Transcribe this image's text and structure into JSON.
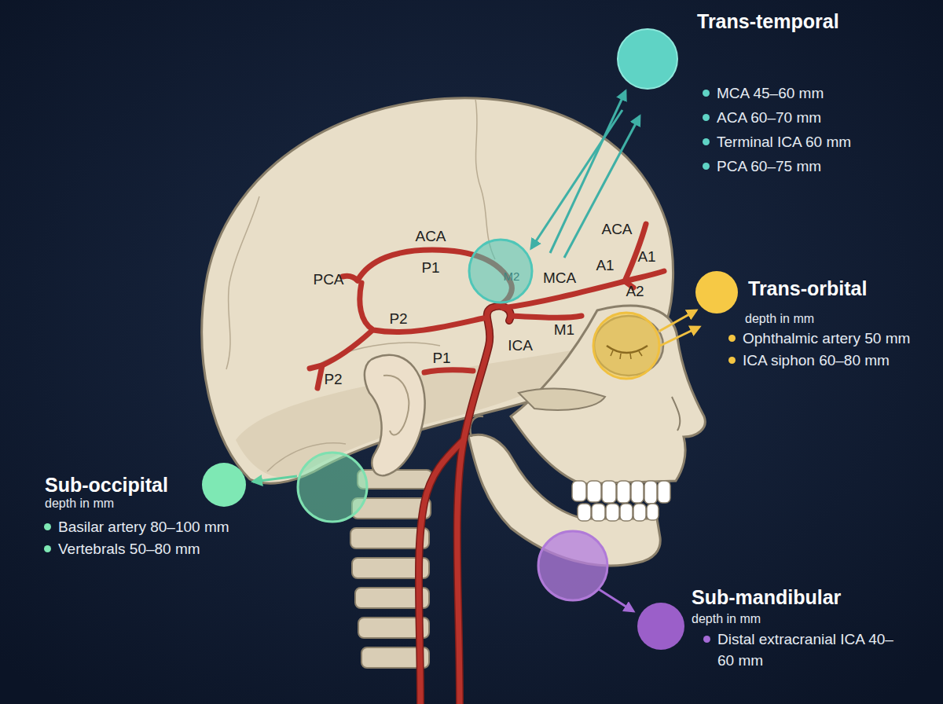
{
  "diagram": {
    "labels": [
      "Trans-temporal",
      "MCA 45–60 mm",
      "ACA 60–70 mm",
      "Terminal ICA 60 mm",
      "PCA 60–75 mm",
      "ACA",
      "ACA",
      "PCA",
      "P1",
      "M2",
      "MCA",
      "A1",
      "A1",
      "A2",
      "Trans-orbital",
      "depth in mm",
      "Ophthalmic artery 50 mm",
      "ICA siphon 60–80 mm",
      "P2",
      "P2",
      "M1",
      "ICA",
      "P1",
      "Sub-occipital",
      "depth in mm",
      "Basilar artery 80–100 mm",
      "Vertebrals 50–80 mm",
      "Sub-mandibular",
      "depth in mm",
      "Distal extracranial ICA 40–60 mm"
    ]
  }
}
